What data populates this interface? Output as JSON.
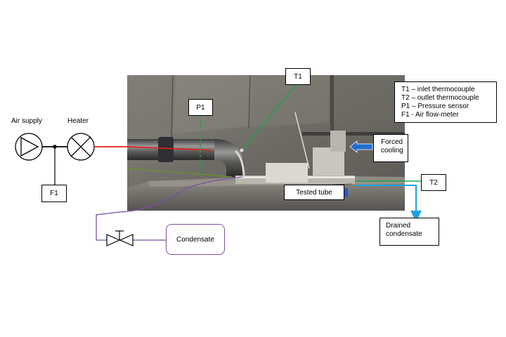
{
  "labels": {
    "air_supply": "Air supply",
    "heater": "Heater",
    "f1": "F1",
    "p1": "P1",
    "t1": "T1",
    "t2": "T2",
    "forced_cooling": [
      "Forced",
      "cooling"
    ],
    "tested_tube": "Tested tube",
    "drained_condensate": [
      "Drained",
      "condensate"
    ],
    "condensate": "Condensate"
  },
  "legend": [
    "T1 – inlet thermocouple",
    "T2 – outlet thermocouple",
    "P1 – Pressure sensor",
    "F1 -  Air flow-meter"
  ],
  "colors": {
    "hot_air_line": "#e02020",
    "p1_line": "#1fa24a",
    "t1_line": "#1fa24a",
    "t2_line": "#1fa24a",
    "drain_line": "#1aa3e0",
    "condensate_line": "#7a4f9e",
    "forced_cooling_arrow": "#1f6fd1"
  }
}
